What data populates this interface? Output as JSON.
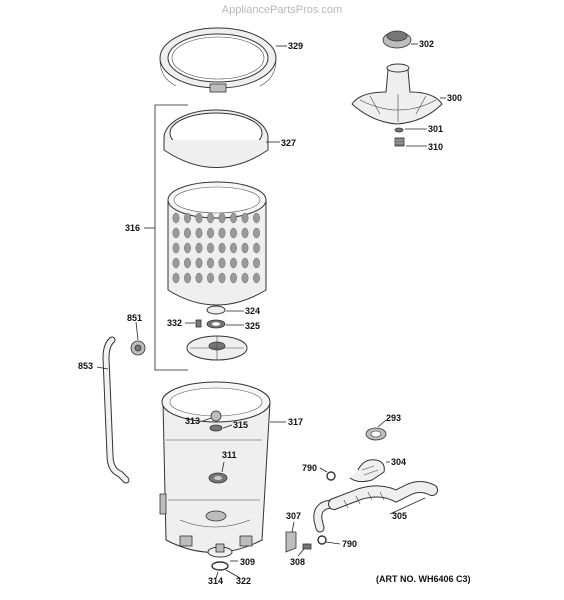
{
  "watermark": "AppliancePartsPros.com",
  "art_number": "(ART NO. WH6406 C3)",
  "parts": [
    {
      "id": "302",
      "label": "302",
      "icon": "agitator-cap-icon"
    },
    {
      "id": "329",
      "label": "329",
      "icon": "tub-cover-icon"
    },
    {
      "id": "300",
      "label": "300",
      "icon": "agitator-icon"
    },
    {
      "id": "327",
      "label": "327",
      "icon": "balance-ring-icon"
    },
    {
      "id": "301",
      "label": "301",
      "icon": "washer-icon"
    },
    {
      "id": "310",
      "label": "310",
      "icon": "bolt-icon"
    },
    {
      "id": "316",
      "label": "316",
      "icon": "basket-assembly-bracket-icon"
    },
    {
      "id": "324",
      "label": "324",
      "icon": "seal-icon"
    },
    {
      "id": "851",
      "label": "851",
      "icon": "hose-connector-icon"
    },
    {
      "id": "332",
      "label": "332",
      "icon": "screw-icon"
    },
    {
      "id": "325",
      "label": "325",
      "icon": "washer-icon"
    },
    {
      "id": "853",
      "label": "853",
      "icon": "fill-hose-icon"
    },
    {
      "id": "313",
      "label": "313",
      "icon": "nut-icon"
    },
    {
      "id": "315",
      "label": "315",
      "icon": "seal-icon"
    },
    {
      "id": "317",
      "label": "317",
      "icon": "outer-tub-icon"
    },
    {
      "id": "293",
      "label": "293",
      "icon": "hose-clamp-icon"
    },
    {
      "id": "311",
      "label": "311",
      "icon": "bearing-icon"
    },
    {
      "id": "790a",
      "label": "790",
      "icon": "clamp-icon"
    },
    {
      "id": "304",
      "label": "304",
      "icon": "drain-hose-icon"
    },
    {
      "id": "305",
      "label": "305",
      "icon": "drain-hose-icon"
    },
    {
      "id": "307",
      "label": "307",
      "icon": "bracket-icon"
    },
    {
      "id": "790b",
      "label": "790",
      "icon": "clamp-icon"
    },
    {
      "id": "308",
      "label": "308",
      "icon": "screw-icon"
    },
    {
      "id": "309",
      "label": "309",
      "icon": "seal-icon"
    },
    {
      "id": "314",
      "label": "314",
      "icon": "o-ring-icon"
    },
    {
      "id": "322",
      "label": "322",
      "icon": "washer-icon"
    }
  ]
}
